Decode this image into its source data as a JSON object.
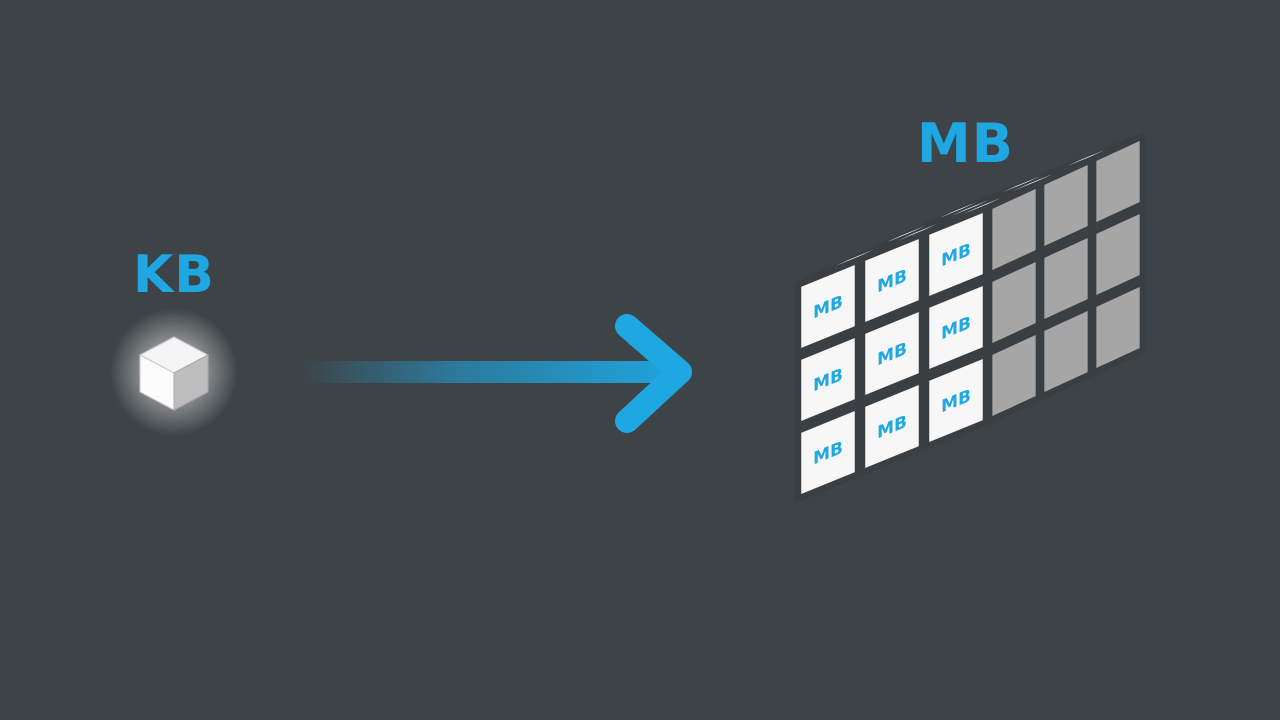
{
  "small_unit": {
    "label": "KB"
  },
  "large_unit": {
    "label": "MB",
    "block_label": "MB"
  },
  "colors": {
    "background": "#3d4347",
    "accent": "#1ea7e1",
    "cube_top": "#f2f2f2",
    "cube_front": "#f7f7f7",
    "cube_side": "#a6a6a6",
    "grid_line": "#3a3f43"
  }
}
